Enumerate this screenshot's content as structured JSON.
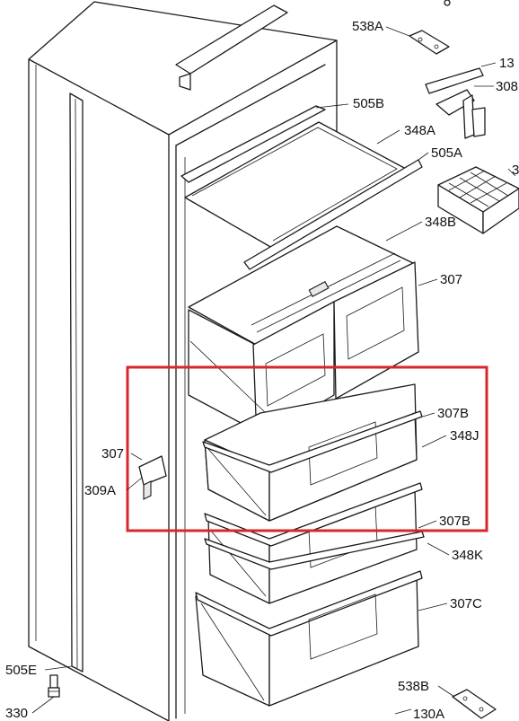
{
  "diagram": {
    "highlight_color": "#d9262c",
    "line_color": "#1a1a1a",
    "labels": [
      {
        "id": "538a",
        "text": "538A"
      },
      {
        "id": "130-top",
        "text": "13"
      },
      {
        "id": "308",
        "text": "308"
      },
      {
        "id": "505b",
        "text": "505B"
      },
      {
        "id": "348a",
        "text": "348A"
      },
      {
        "id": "505a",
        "text": "505A"
      },
      {
        "id": "3-right",
        "text": "3"
      },
      {
        "id": "348b",
        "text": "348B"
      },
      {
        "id": "307-top",
        "text": "307"
      },
      {
        "id": "307b-1",
        "text": "307B"
      },
      {
        "id": "348j",
        "text": "348J"
      },
      {
        "id": "307-left",
        "text": "307"
      },
      {
        "id": "309a",
        "text": "309A"
      },
      {
        "id": "307b-2",
        "text": "307B"
      },
      {
        "id": "348k",
        "text": "348K"
      },
      {
        "id": "307c",
        "text": "307C"
      },
      {
        "id": "505e",
        "text": "505E"
      },
      {
        "id": "330",
        "text": "330"
      },
      {
        "id": "538b",
        "text": "538B"
      },
      {
        "id": "130a",
        "text": "130A"
      }
    ]
  }
}
